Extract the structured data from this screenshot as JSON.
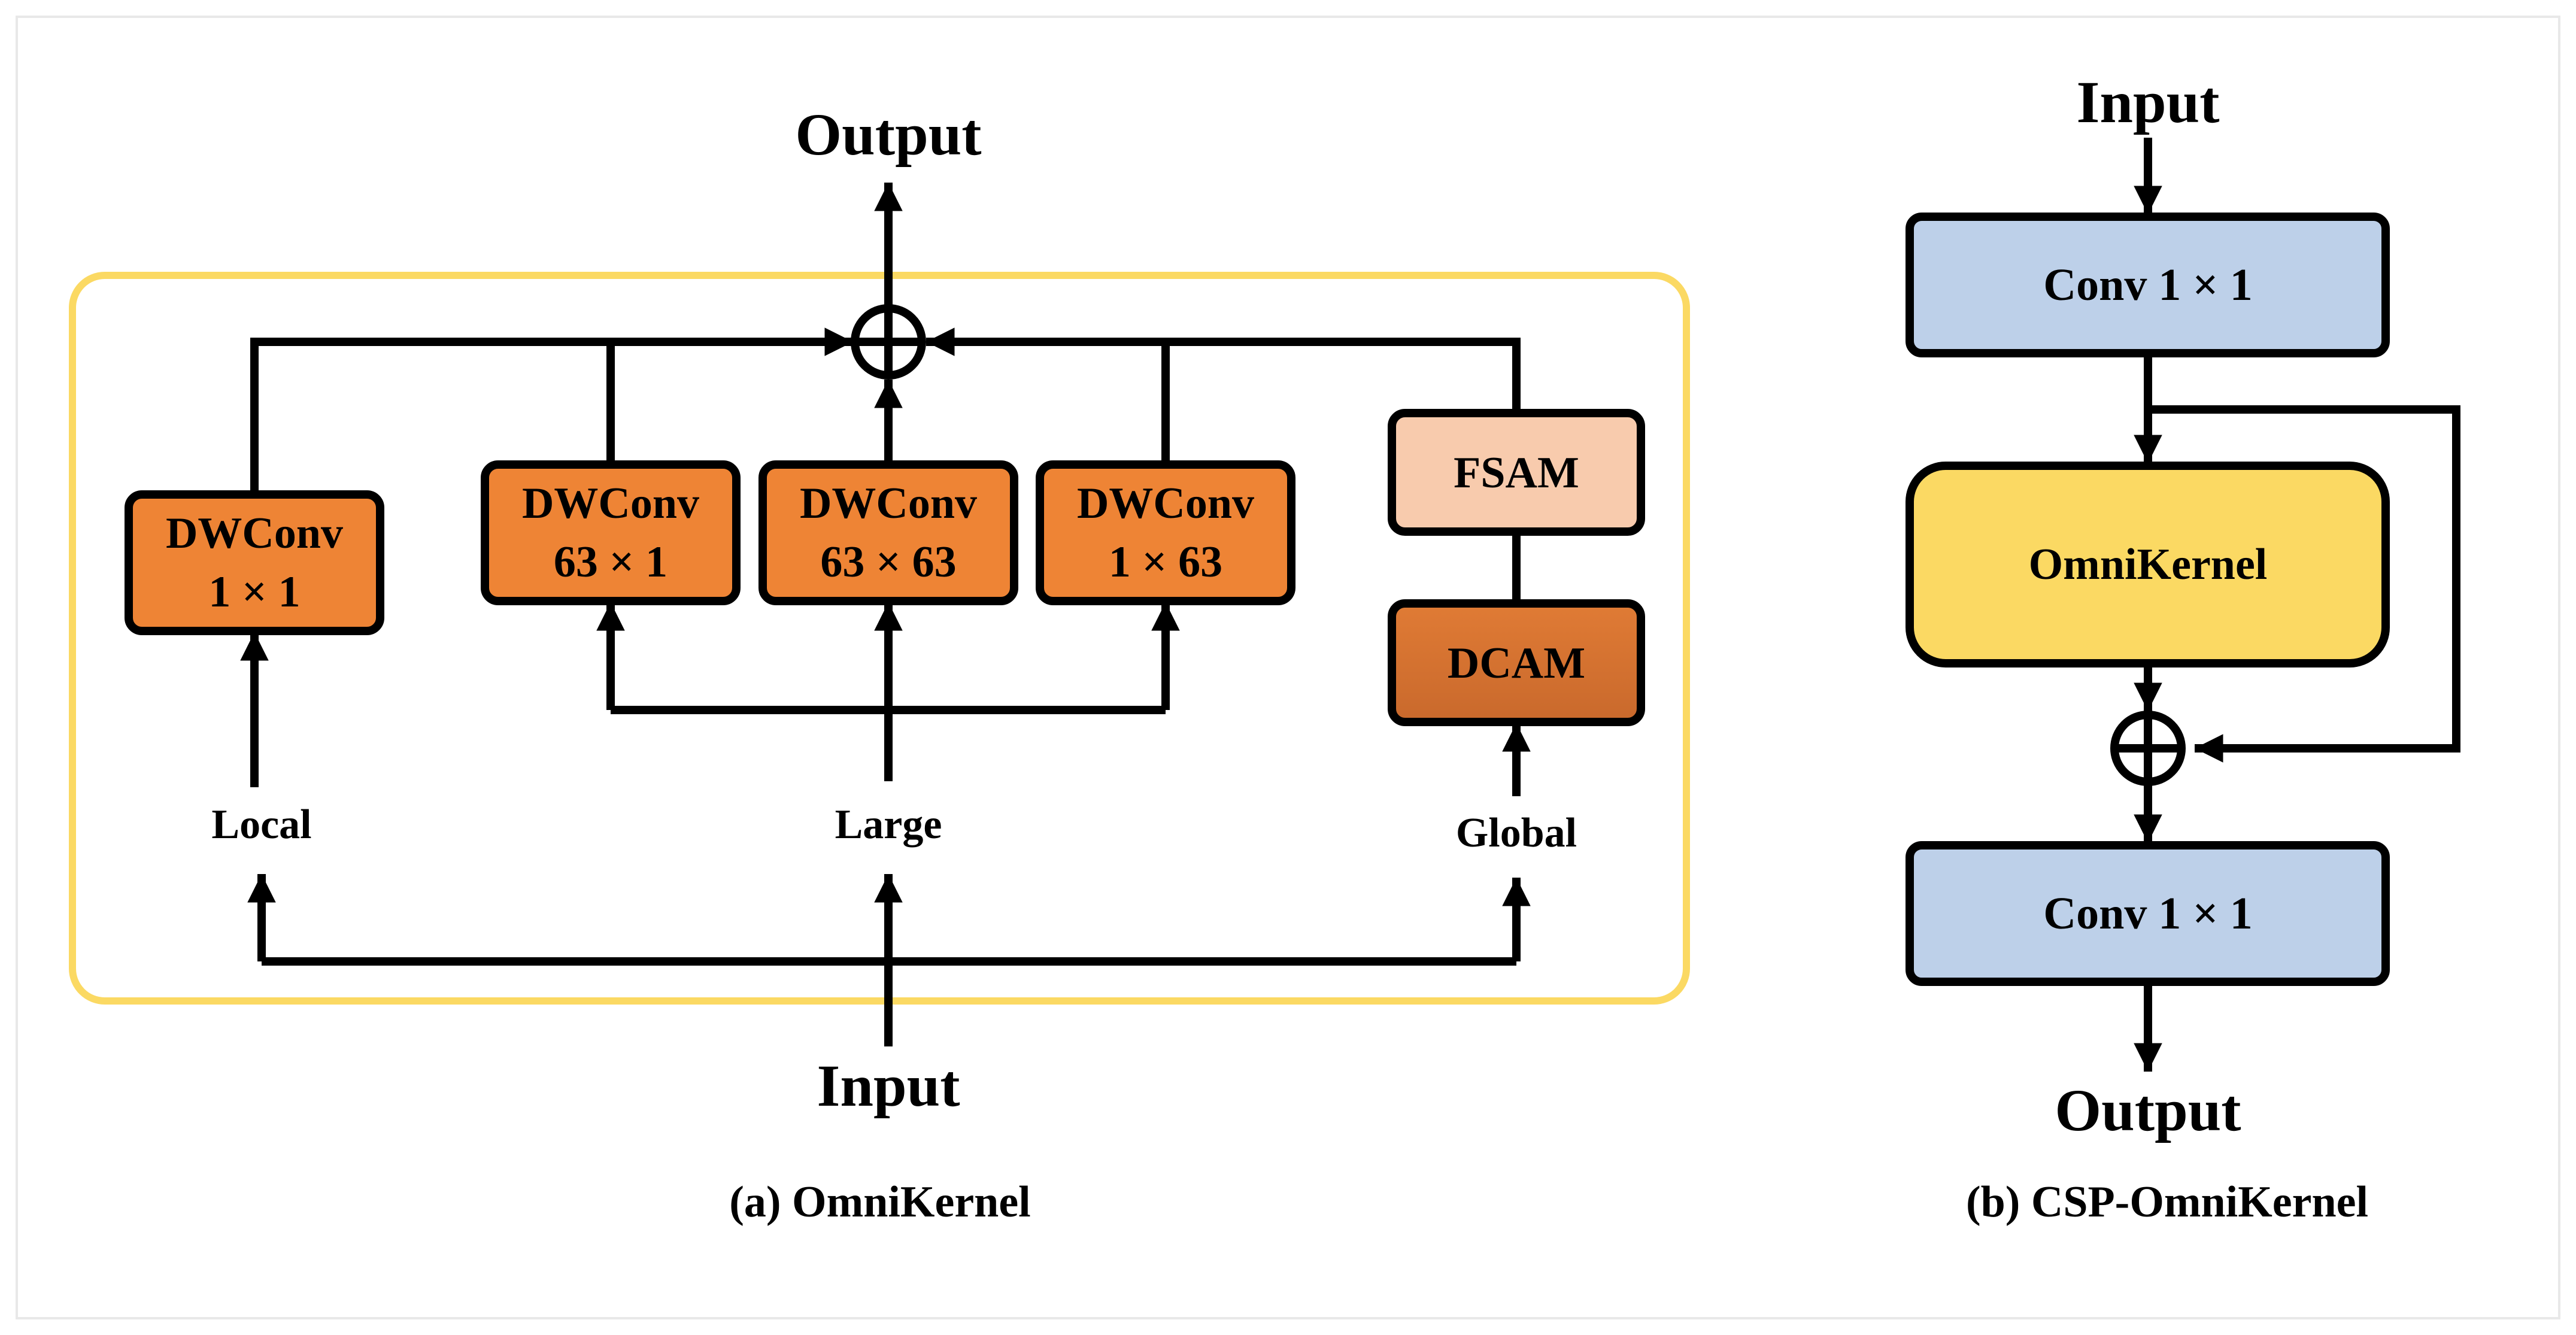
{
  "panel_a": {
    "caption": "(a) OmniKernel",
    "output_label": "Output",
    "input_label": "Input",
    "branch_local": "Local",
    "branch_large": "Large",
    "branch_global": "Global",
    "dwconv_1x1": {
      "line1": "DWConv",
      "line2": "1 × 1"
    },
    "dwconv_63x1": {
      "line1": "DWConv",
      "line2": "63 × 1"
    },
    "dwconv_63x63": {
      "line1": "DWConv",
      "line2": "63 × 63"
    },
    "dwconv_1x63": {
      "line1": "DWConv",
      "line2": "1 × 63"
    },
    "fsam": "FSAM",
    "dcam": "DCAM"
  },
  "panel_b": {
    "caption": "(b) CSP-OmniKernel",
    "input_label": "Input",
    "output_label": "Output",
    "conv_top": "Conv 1 × 1",
    "omnikernel": "OmniKernel",
    "conv_bottom": "Conv 1 × 1"
  },
  "colors": {
    "dwconv_fill": "#ee8435",
    "fsam_fill": "#f8cbad",
    "dcam_fill": "#d87331",
    "conv_fill": "#bdd0e9",
    "omnikernel_fill": "#fbd963",
    "container_stroke": "#fbd963"
  }
}
